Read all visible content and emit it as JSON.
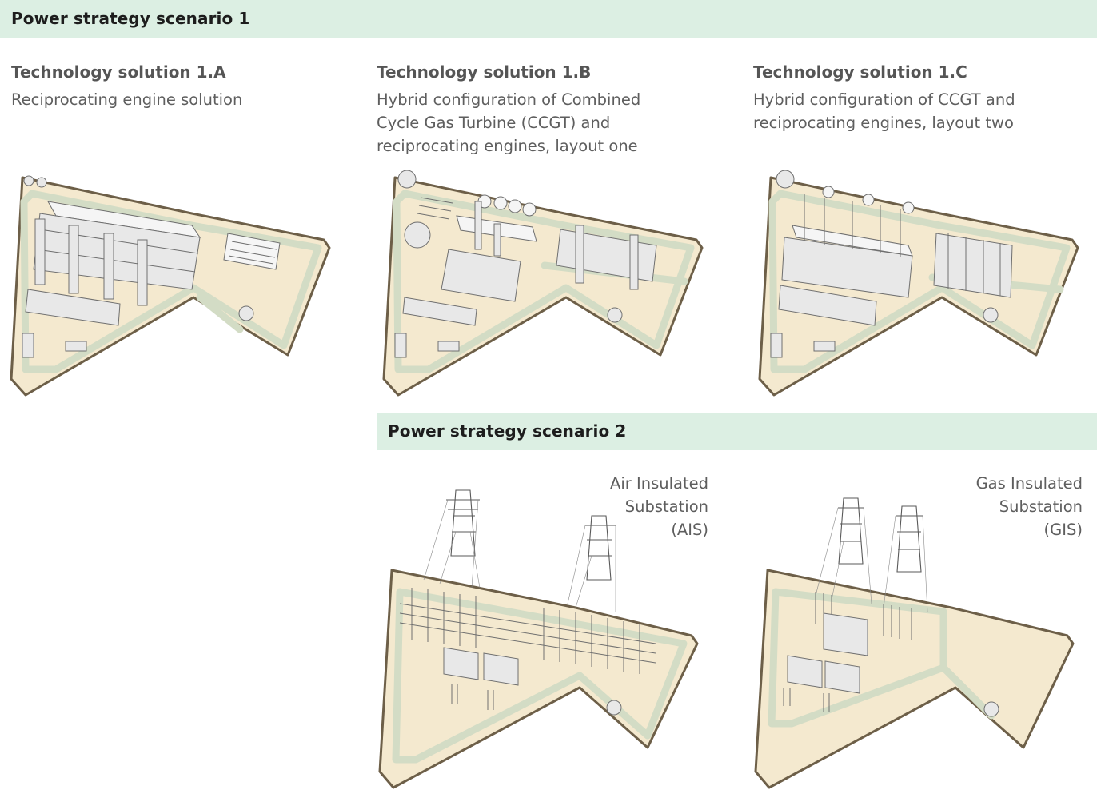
{
  "scenario1": {
    "title": "Power strategy scenario 1",
    "solutions": [
      {
        "title": "Technology solution 1.A",
        "description": [
          "Reciprocating engine solution"
        ]
      },
      {
        "title": "Technology solution 1.B",
        "description": [
          "Hybrid configuration of Combined",
          "Cycle Gas Turbine (CCGT) and",
          "reciprocating engines, layout one"
        ]
      },
      {
        "title": "Technology solution 1.C",
        "description": [
          "Hybrid configuration of CCGT and",
          "reciprocating engines, layout two"
        ]
      }
    ]
  },
  "scenario2": {
    "title": "Power strategy scenario 2",
    "substations": [
      {
        "label": [
          "Air Insulated",
          "Substation",
          "(AIS)"
        ]
      },
      {
        "label": [
          "Gas Insulated",
          "Substation",
          "(GIS)"
        ]
      }
    ]
  },
  "colors": {
    "band": "#dcefe3",
    "land": "#f4e9cf",
    "border": "#6d5f48",
    "road": "#d3dcc5"
  }
}
